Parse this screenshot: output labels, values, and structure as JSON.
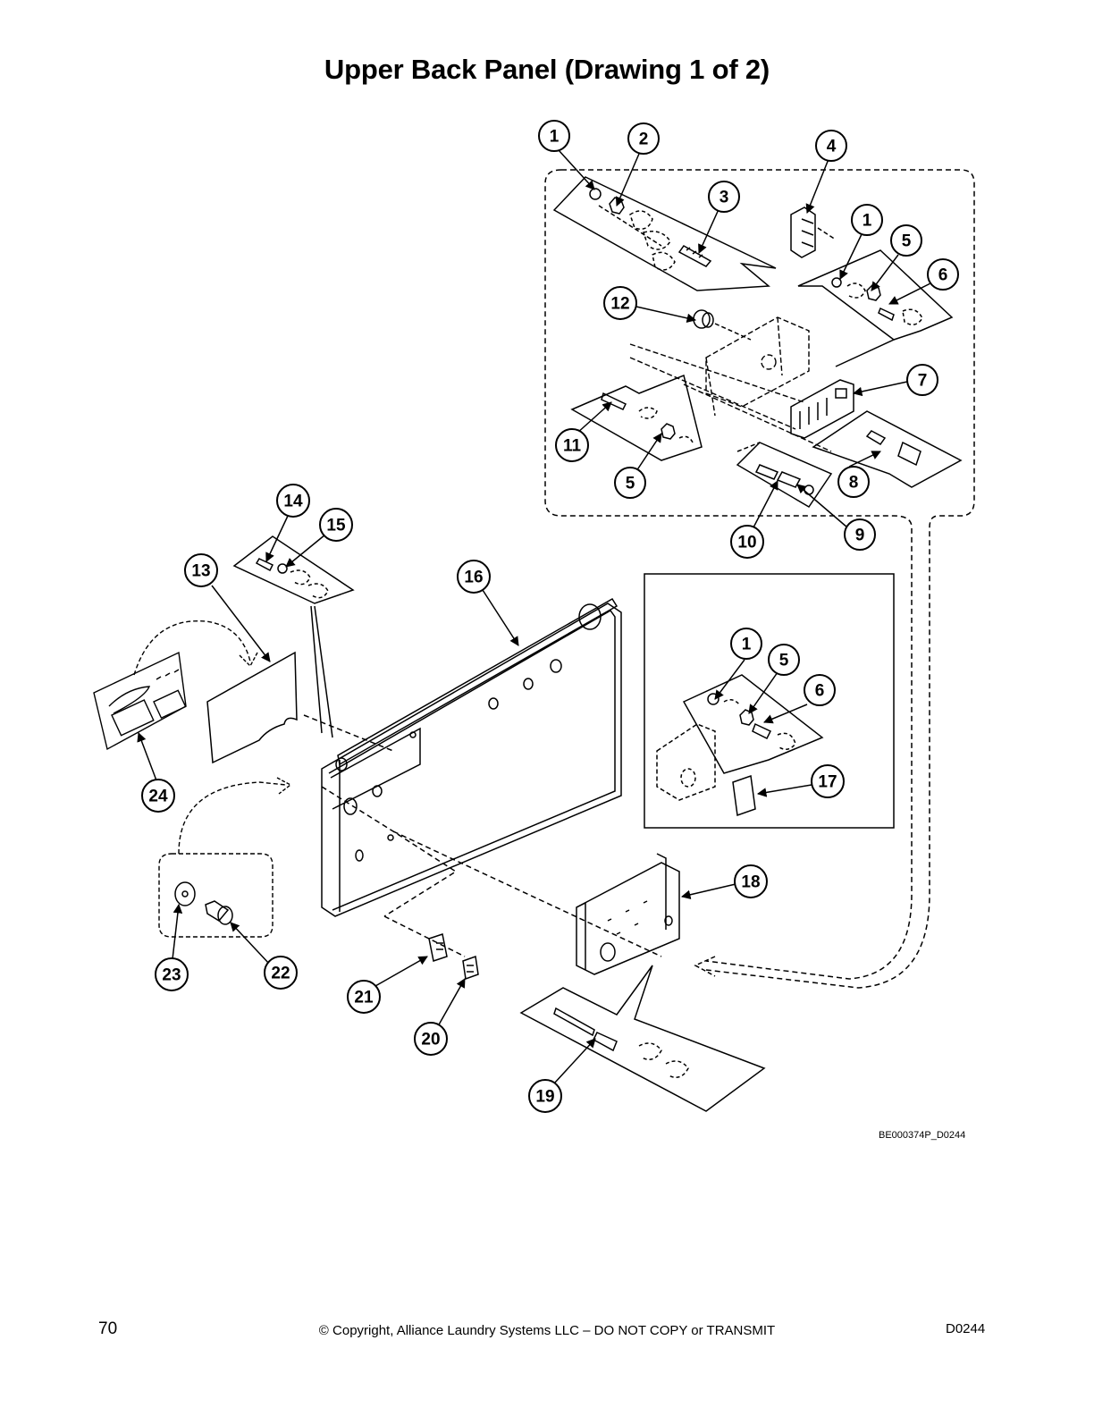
{
  "title": "Upper Back Panel (Drawing 1 of 2)",
  "drawing_id": "BE000374P_D0244",
  "footer": {
    "page_number": "70",
    "copyright": "© Copyright, Alliance Laundry Systems LLC – DO NOT COPY or TRANSMIT",
    "doc_code": "D0244"
  },
  "callouts": [
    "1",
    "2",
    "3",
    "4",
    "1",
    "5",
    "6",
    "12",
    "7",
    "11",
    "5",
    "8",
    "10",
    "9",
    "14",
    "15",
    "13",
    "16",
    "1",
    "5",
    "6",
    "17",
    "24",
    "18",
    "23",
    "22",
    "21",
    "20",
    "19"
  ]
}
